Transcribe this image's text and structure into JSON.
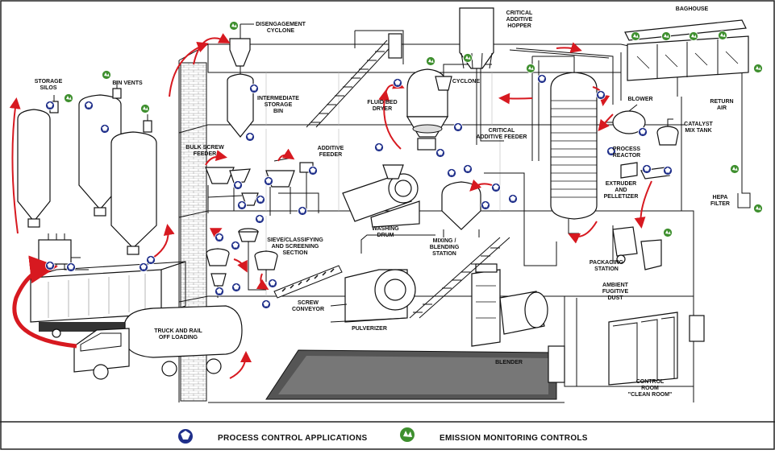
{
  "labels": [
    {
      "id": "storage-silos",
      "lines": [
        "STORAGE",
        "SILOS"
      ]
    },
    {
      "id": "bin-vents",
      "lines": [
        "BIN VENTS"
      ]
    },
    {
      "id": "disengagement-cyclone",
      "lines": [
        "DISENGAGEMENT",
        "CYCLONE"
      ]
    },
    {
      "id": "intermediate-storage-bin",
      "lines": [
        "INTERMEDIATE",
        "STORAGE",
        "BIN"
      ]
    },
    {
      "id": "critical-additive-hopper",
      "lines": [
        "CRITICAL",
        "ADDITIVE",
        "HOPPER"
      ]
    },
    {
      "id": "baghouse",
      "lines": [
        "BAGHOUSE"
      ]
    },
    {
      "id": "cyclone",
      "lines": [
        "CYCLONE"
      ]
    },
    {
      "id": "fluid-bed-dryer",
      "lines": [
        "FLUID BED",
        "DRYER"
      ]
    },
    {
      "id": "blower",
      "lines": [
        "BLOWER"
      ]
    },
    {
      "id": "return-air",
      "lines": [
        "RETURN",
        "AIR"
      ]
    },
    {
      "id": "catalyst-mix-tank",
      "lines": [
        "CATALYST",
        "MIX TANK"
      ]
    },
    {
      "id": "critical-additive-feeder",
      "lines": [
        "CRITICAL",
        "ADDITIVE FEEDER"
      ]
    },
    {
      "id": "process-reactor",
      "lines": [
        "PROCESS",
        "REACTOR"
      ]
    },
    {
      "id": "bulk-screw-feeder",
      "lines": [
        "BULK SCREW",
        "FEEDER"
      ]
    },
    {
      "id": "additive-feeder",
      "lines": [
        "ADDITIVE",
        "FEEDER"
      ]
    },
    {
      "id": "extruder-pelletizer",
      "lines": [
        "EXTRUDER",
        "AND",
        "PELLETIZER"
      ]
    },
    {
      "id": "hepa-filter",
      "lines": [
        "HEPA",
        "FILTER"
      ]
    },
    {
      "id": "washing-drum",
      "lines": [
        "WASHING",
        "DRUM"
      ]
    },
    {
      "id": "mixing-blending-station",
      "lines": [
        "MIXING /",
        "BLENDING",
        "STATION"
      ]
    },
    {
      "id": "sieve-section",
      "lines": [
        "SIEVE/CLASSIFYING",
        "AND SCREENING",
        "SECTION"
      ]
    },
    {
      "id": "packaging-station",
      "lines": [
        "PACKAGING",
        "STATION"
      ]
    },
    {
      "id": "ambient-fugitive-dust",
      "lines": [
        "AMBIENT",
        "FUGITIVE",
        "DUST"
      ]
    },
    {
      "id": "screw-conveyor",
      "lines": [
        "SCREW",
        "CONVEYOR"
      ]
    },
    {
      "id": "truck-rail-offloading",
      "lines": [
        "TRUCK AND RAIL",
        "OFF LOADING"
      ]
    },
    {
      "id": "pulverizer",
      "lines": [
        "PULVERIZER"
      ]
    },
    {
      "id": "blender",
      "lines": [
        "BLENDER"
      ]
    },
    {
      "id": "control-room",
      "lines": [
        "CONTROL",
        "ROOM",
        "\"CLEAN ROOM\""
      ]
    }
  ],
  "legend": {
    "process": "PROCESS CONTROL APPLICATIONS",
    "emission": "EMISSION MONITORING CONTROLS"
  },
  "colors": {
    "process_badge": "#1f2f8a",
    "emission_badge": "#3e8f2e",
    "flow_arrow": "#d71920",
    "line": "#111111"
  }
}
